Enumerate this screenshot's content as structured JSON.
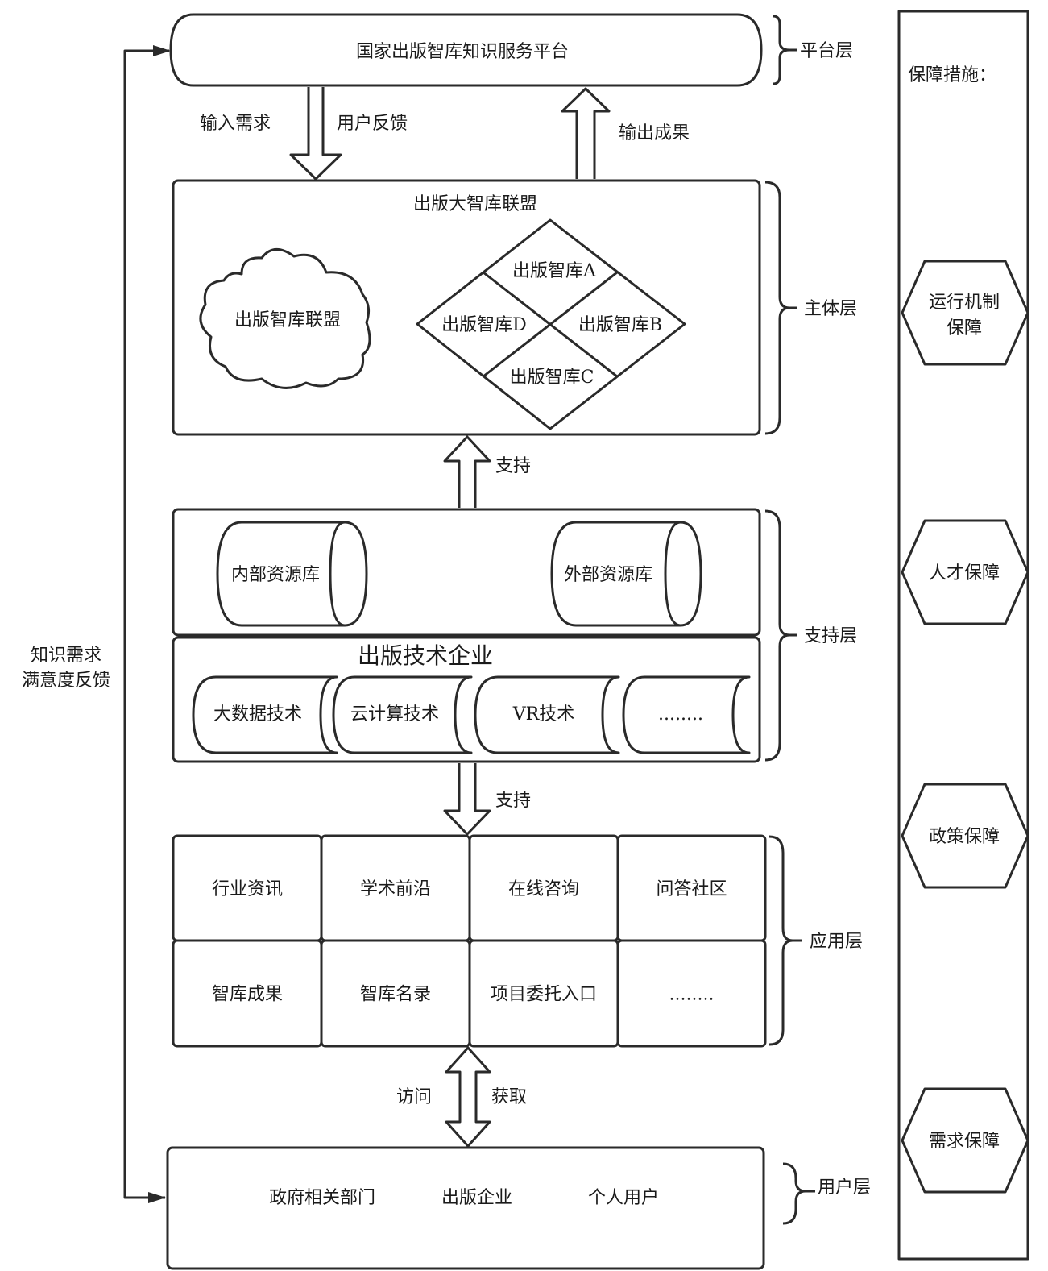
{
  "platform_layer": {
    "title": "国家出版智库知识服务平台",
    "layer_label": "平台层",
    "arrow_down_left_label": "输入需求",
    "arrow_down_right_label": "用户反馈",
    "arrow_up_label": "输出成果"
  },
  "subject_layer": {
    "layer_label": "主体层",
    "title": "出版大智库联盟",
    "cloud_label": "出版智库联盟",
    "diamond": {
      "top": "出版智库A",
      "right": "出版智库B",
      "bottom": "出版智库C",
      "left": "出版智库D"
    }
  },
  "support_arrow_1": "支持",
  "support_layer": {
    "layer_label": "支持层",
    "databases": [
      "内部资源库",
      "外部资源库"
    ],
    "tech_title": "出版技术企业",
    "tech_items": [
      "大数据技术",
      "云计算技术",
      "VR技术",
      "........"
    ]
  },
  "support_arrow_2": "支持",
  "application_layer": {
    "layer_label": "应用层",
    "rows": [
      [
        "行业资讯",
        "学术前沿",
        "在线咨询",
        "问答社区"
      ],
      [
        "智库成果",
        "智库名录",
        "项目委托入口",
        "........"
      ]
    ]
  },
  "access_arrow": {
    "left": "访问",
    "right": "获取"
  },
  "user_layer": {
    "layer_label": "用户层",
    "users": [
      "政府相关部门",
      "出版企业",
      "个人用户"
    ]
  },
  "feedback_loop": {
    "line1": "知识需求",
    "line2": "满意度反馈"
  },
  "safeguards": {
    "title": "保障措施：",
    "items": [
      {
        "line1": "运行机制",
        "line2": "保障"
      },
      {
        "line1": "人才保障",
        "line2": ""
      },
      {
        "line1": "政策保障",
        "line2": ""
      },
      {
        "line1": "需求保障",
        "line2": ""
      }
    ]
  }
}
